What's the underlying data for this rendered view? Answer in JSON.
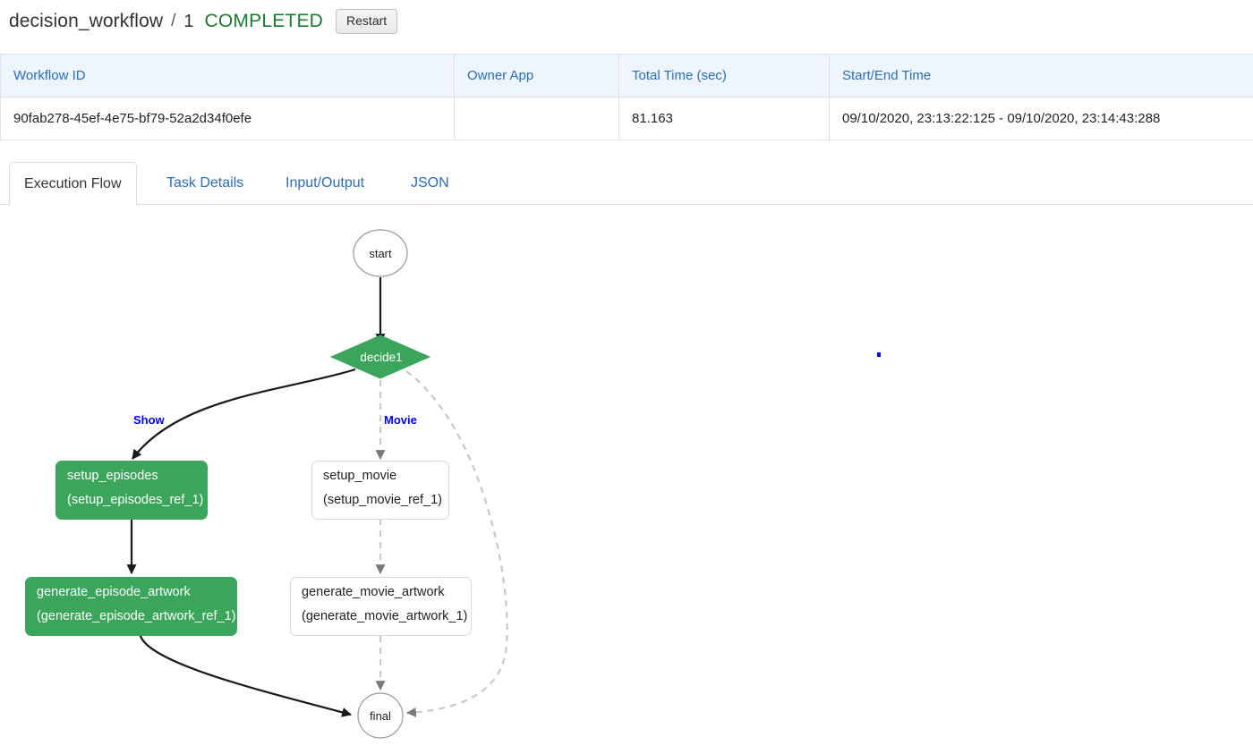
{
  "header": {
    "workflow_name": "decision_workflow",
    "separator": "/",
    "version": "1",
    "status": "COMPLETED",
    "restart_label": "Restart"
  },
  "summary_table": {
    "columns": [
      "Workflow ID",
      "Owner App",
      "Total Time (sec)",
      "Start/End Time"
    ],
    "rows": [
      {
        "workflow_id": "90fab278-45ef-4e75-bf79-52a2d34f0efe",
        "owner_app": "",
        "total_time": "81.163",
        "start_end_time": "09/10/2020, 23:13:22:125 - 09/10/2020, 23:14:43:288"
      }
    ]
  },
  "tabs": [
    {
      "label": "Execution Flow",
      "active": true
    },
    {
      "label": "Task Details",
      "active": false
    },
    {
      "label": "Input/Output",
      "active": false
    },
    {
      "label": "JSON",
      "active": false
    }
  ],
  "graph": {
    "colors": {
      "completed": "#3ca55c",
      "pending_border": "#d8d8d8",
      "edge_completed": "#1a1a1a",
      "edge_pending": "#c8c8c8",
      "edge_label": "#0000ee"
    },
    "nodes": {
      "start": {
        "label": "start",
        "shape": "ellipse",
        "status": "completed"
      },
      "decide1": {
        "label": "decide1",
        "shape": "diamond",
        "status": "completed"
      },
      "setup_episodes": {
        "title": "setup_episodes",
        "ref": "(setup_episodes_ref_1)",
        "status": "completed"
      },
      "setup_movie": {
        "title": "setup_movie",
        "ref": "(setup_movie_ref_1)",
        "status": "pending"
      },
      "generate_episode_artwork": {
        "title": "generate_episode_artwork",
        "ref": "(generate_episode_artwork_ref_1)",
        "status": "completed"
      },
      "generate_movie_artwork": {
        "title": "generate_movie_artwork",
        "ref": "(generate_movie_artwork_1)",
        "status": "pending"
      },
      "final": {
        "label": "final",
        "shape": "ellipse",
        "status": "completed"
      }
    },
    "edge_labels": {
      "show": "Show",
      "movie": "Movie"
    }
  }
}
